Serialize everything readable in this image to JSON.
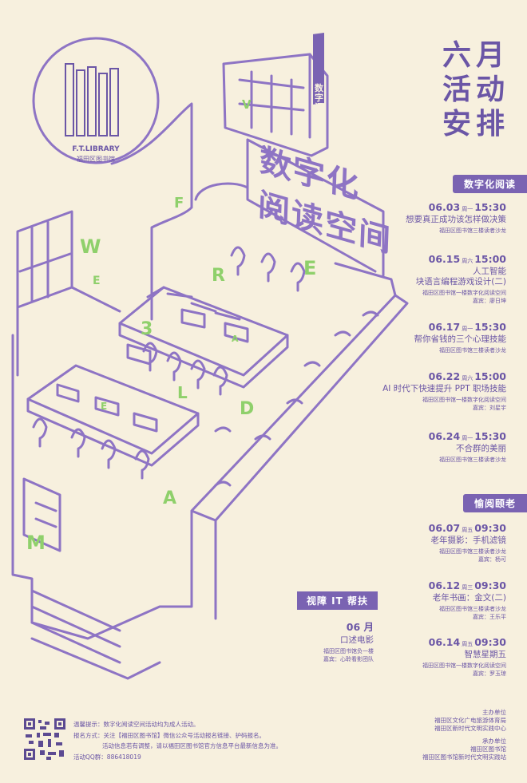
{
  "logo": {
    "name_en": "F.T.LIBRARY",
    "name_cn": "福田区图书馆"
  },
  "title": [
    "六月",
    "活动",
    "安排"
  ],
  "space_title": [
    "数字化",
    "阅读空间"
  ],
  "sign_text": "数字阅读",
  "letters": [
    "V",
    "F",
    "W",
    "E",
    "R",
    "E",
    "3",
    "A",
    "L",
    "E",
    "D",
    "A",
    "M"
  ],
  "section_digital": {
    "label": "数字化阅读",
    "events": [
      {
        "date": "06.03",
        "weekday": "周一",
        "time": "15:30",
        "title": "想要真正成功该怎样做决策",
        "place": "福田区图书馆三楼读者沙龙",
        "guest": ""
      },
      {
        "date": "06.15",
        "weekday": "周六",
        "time": "15:00",
        "title": "人工智能",
        "title2": "块语言编程游戏设计(二)",
        "place": "福田区图书馆一楼数字化阅读空间",
        "guest": "嘉宾：廖日坤"
      },
      {
        "date": "06.17",
        "weekday": "周一",
        "time": "15:30",
        "title": "帮你省钱的三个心理技能",
        "place": "福田区图书馆三楼读者沙龙",
        "guest": ""
      },
      {
        "date": "06.22",
        "weekday": "周六",
        "time": "15:00",
        "title": "AI 时代下快速提升 PPT 职场技能",
        "place": "福田区图书馆一楼数字化阅读空间",
        "guest": "嘉宾：刘星宇"
      },
      {
        "date": "06.24",
        "weekday": "周一",
        "time": "15:30",
        "title": "不合群的美丽",
        "place": "福田区图书馆三楼读者沙龙",
        "guest": ""
      }
    ]
  },
  "section_elder": {
    "label": "愉阅颐老",
    "events": [
      {
        "date": "06.07",
        "weekday": "周五",
        "time": "09:30",
        "title": "老年摄影：手机滤镜",
        "place": "福田区图书馆三楼读者沙龙",
        "guest": "嘉宾：杨可"
      },
      {
        "date": "06.12",
        "weekday": "周三",
        "time": "09:30",
        "title": "老年书画：金文(二)",
        "place": "福田区图书馆三楼读者沙龙",
        "guest": "嘉宾：王乐平"
      },
      {
        "date": "06.14",
        "weekday": "周五",
        "time": "09:30",
        "title": "智慧星期五",
        "place": "福田区图书馆一楼数字化阅读空间",
        "guest": "嘉宾：罗玉琼"
      }
    ]
  },
  "section_visual": {
    "label": "视障 IT 帮扶",
    "events": [
      {
        "date": "06 月",
        "title": "口述电影",
        "place": "福田区图书馆负一楼",
        "guest": "嘉宾：心聆看影团队"
      }
    ]
  },
  "footer": {
    "tip": "温馨提示：数字化阅读空间活动均为成人活动。",
    "signup": "报名方式：关注【福田区图书馆】微信公众号活动报名链接、护码报名。",
    "change": "活动信息若有调整，请以福田区图书馆官方信息平台最新信息为准。",
    "qq": "活动QQ群：886418019"
  },
  "organizers": {
    "host_label": "主办单位",
    "host": [
      "福田区文化广电旅游体育局",
      "福田区新时代文明实践中心"
    ],
    "org_label": "承办单位",
    "org": [
      "福田区图书馆",
      "福田区图书馆新时代文明实践站"
    ]
  },
  "colors": {
    "background": "#f7f0de",
    "purple": "#6b56a6",
    "green": "#8fd06b"
  }
}
